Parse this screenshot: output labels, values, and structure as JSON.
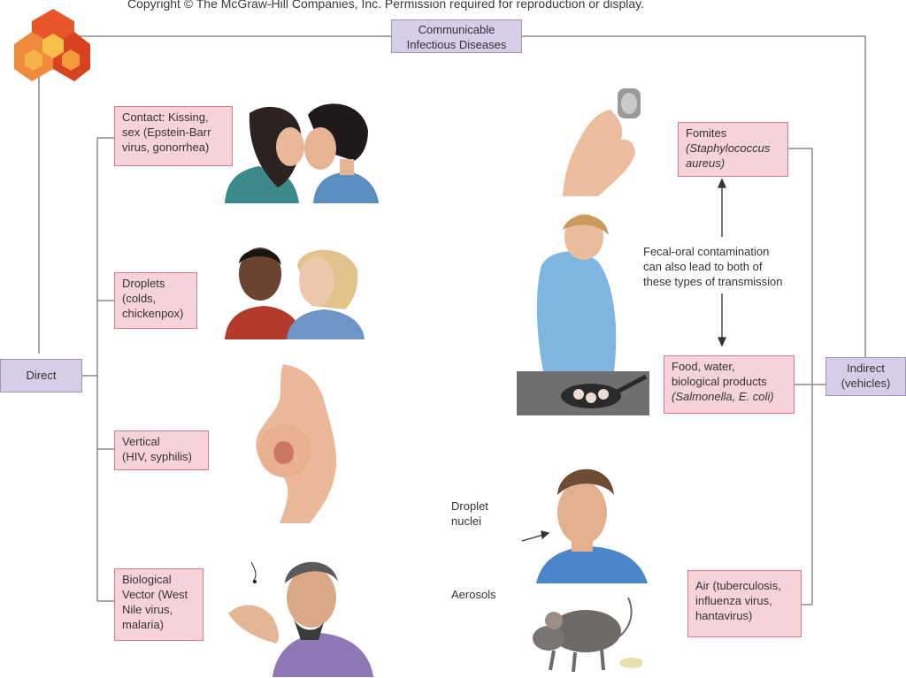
{
  "copyright": "Copyright © The McGraw-Hill Companies, Inc. Permission required for reproduction or display.",
  "root": {
    "line1": "Communicable",
    "line2": "Infectious Diseases"
  },
  "direct_label": "Direct",
  "indirect_label": {
    "line1": "Indirect",
    "line2": "(vehicles)"
  },
  "direct_items": [
    {
      "l1": "Contact: Kissing,",
      "l2": "sex (Epstein-Barr",
      "l3": "virus, gonorrhea)"
    },
    {
      "l1": "Droplets",
      "l2": "(colds,",
      "l3": "chickenpox)"
    },
    {
      "l1": "Vertical",
      "l2": "(HIV, syphilis)"
    },
    {
      "l1": "Biological",
      "l2": "Vector (West",
      "l3": "Nile virus,",
      "l4": "malaria)"
    }
  ],
  "fomites": {
    "l1": "Fomites",
    "l2": "(Staphylococcus",
    "l3": "aureus)"
  },
  "food": {
    "l1": "Food, water,",
    "l2": "biological products",
    "l3": "(Salmonella, E. coli)"
  },
  "air": {
    "l1": "Air (tuberculosis,",
    "l2": "influenza virus,",
    "l3": "hantavirus)"
  },
  "fecal_note": {
    "l1": "Fecal-oral contamination",
    "l2": "can also lead to both of",
    "l3": "these types of transmission"
  },
  "droplet_nuclei": {
    "l1": "Droplet",
    "l2": "nuclei"
  },
  "aerosols": "Aerosols",
  "colors": {
    "pink_fill": "#f6d2d9",
    "pink_border": "#d77b8c",
    "lavender_fill": "#d6cde6",
    "lavender_border": "#9f93bf",
    "logo": "#e8552a"
  }
}
